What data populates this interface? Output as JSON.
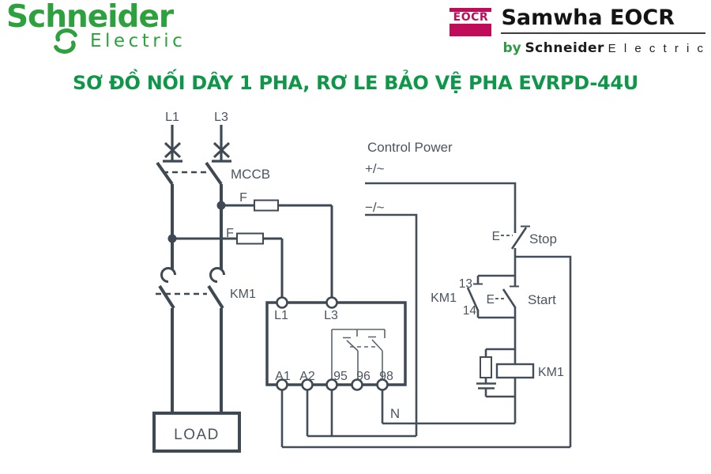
{
  "header": {
    "schneider": {
      "name": "Schneider",
      "sub": "Electric",
      "green": "#2EA13F"
    },
    "samwha": {
      "box_text": "EOCR",
      "name": "Samwha EOCR",
      "by": "by",
      "by_brand": "Schneider",
      "by_sub": "E l e c t r i c",
      "crimson": "#BF0D59",
      "by_green": "#2E9B43"
    }
  },
  "title": {
    "text": "SƠ ĐỒ NỐI DÂY 1 PHA, RƠ LE BẢO VỆ PHA EVRPD-44U",
    "color": "#0E9748"
  },
  "diagram": {
    "colors": {
      "power_line": "#3E4954",
      "control_line": "#434E59",
      "label": "#4B5560",
      "thin_line": "#5A646E"
    },
    "labels": {
      "l1": "L1",
      "l3": "L3",
      "mccb": "MCCB",
      "fuse_top": "F",
      "fuse_bottom": "F",
      "km1_main": "KM1",
      "control_power": "Control Power",
      "cp_plus": "+/~",
      "cp_minus": "−/~",
      "e_stop": "E",
      "stop": "Stop",
      "aux_13": "13",
      "aux_14": "14",
      "km1_aux": "KM1",
      "e_start": "E",
      "start": "Start",
      "km1_coil": "KM1",
      "neutral": "N",
      "load": "LOAD",
      "relay_l1": "L1",
      "relay_l3": "L3",
      "relay_a1": "A1",
      "relay_a2": "A2",
      "relay_95": "95",
      "relay_96": "96",
      "relay_98": "98"
    }
  }
}
